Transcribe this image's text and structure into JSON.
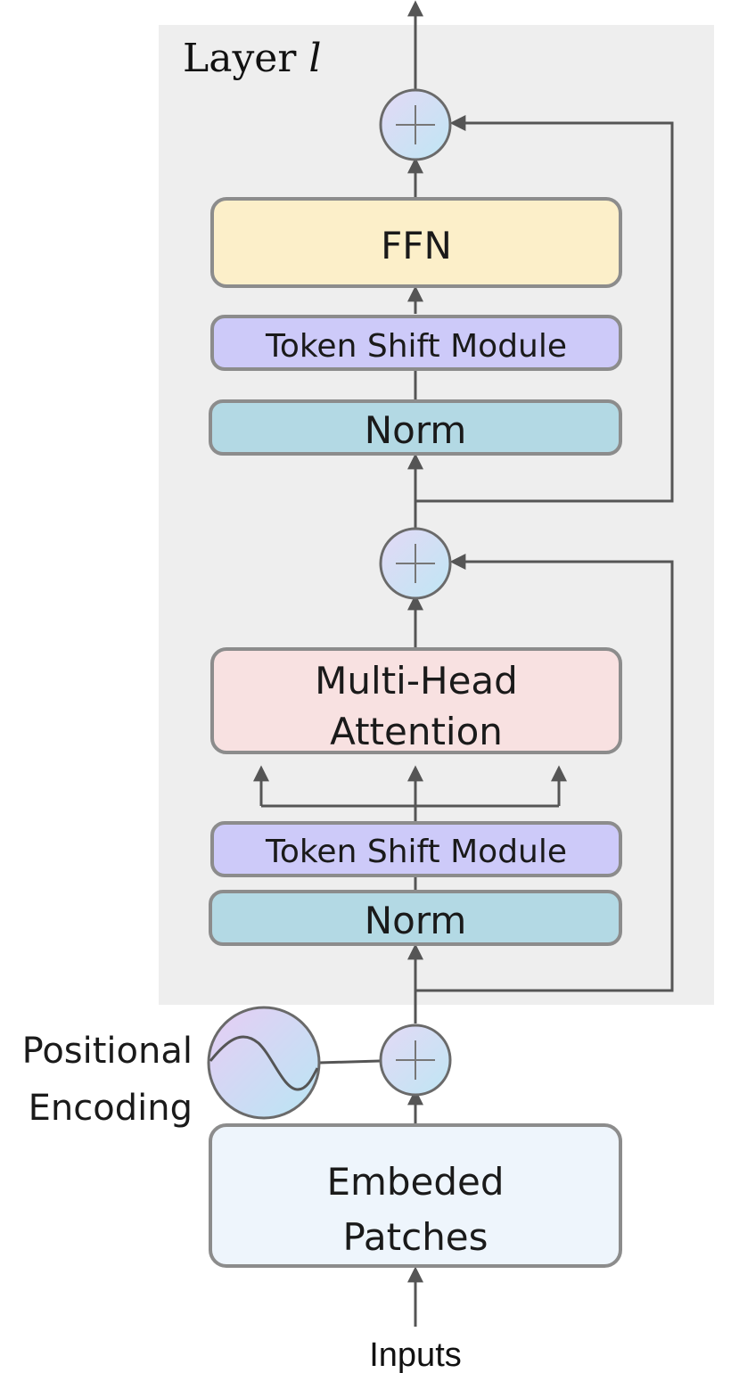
{
  "layer_title": {
    "prefix": "Layer ",
    "var": "l"
  },
  "blocks": {
    "ffn": "FFN",
    "token_shift_top": "Token Shift Module",
    "norm_top": "Norm",
    "mha_line1": "Multi-Head",
    "mha_line2": "Attention",
    "token_shift_bottom": "Token Shift Module",
    "norm_bottom": "Norm",
    "embed_line1": "Embeded",
    "embed_line2": "Patches"
  },
  "positional_encoding": {
    "line1": "Positional",
    "line2": "Encoding"
  },
  "inputs": "Inputs",
  "colors": {
    "layer_bg": "#eeeeee",
    "ffn": "#fcefc9",
    "token_shift": "#cdcaf9",
    "norm": "#b3d9e4",
    "attention": "#f8e1e1",
    "embed": "#eef5fc",
    "wire": "#555555"
  }
}
